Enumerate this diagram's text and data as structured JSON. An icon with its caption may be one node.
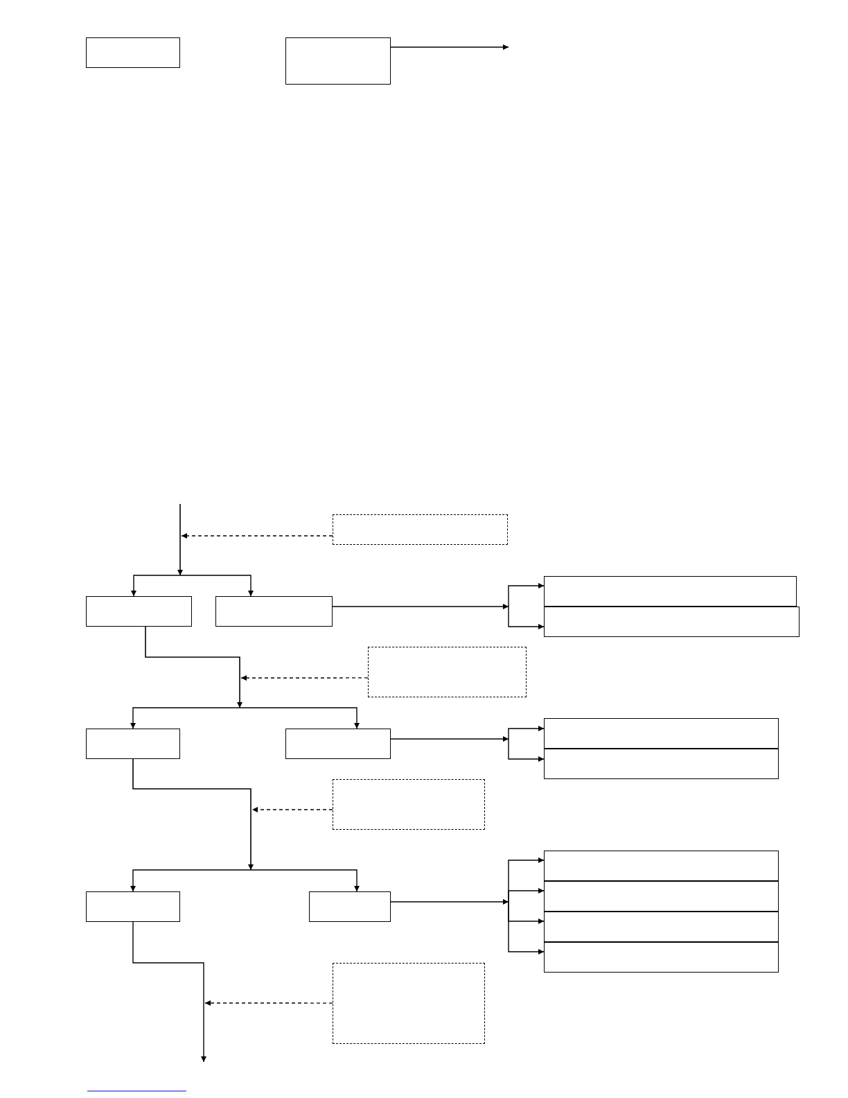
{
  "diagram": {
    "nodes": [
      {
        "text": [],
        "shape": "box"
      },
      {
        "text": [],
        "shape": "box"
      },
      {
        "text": [],
        "shape": "box"
      },
      {
        "text": [],
        "shape": "box"
      },
      {
        "text": [],
        "shape": "box"
      },
      {
        "text": [],
        "shape": "box"
      },
      {
        "text": [],
        "shape": "box"
      },
      {
        "text": [],
        "shape": "box"
      },
      {
        "text": [],
        "shape": "box"
      },
      {
        "text": [],
        "shape": "box"
      },
      {
        "text": [],
        "shape": "box"
      },
      {
        "text": [],
        "shape": "box"
      },
      {
        "text": [],
        "shape": "box"
      },
      {
        "text": [],
        "shape": "box"
      },
      {
        "text": [],
        "shape": "box"
      },
      {
        "text": [],
        "shape": "box"
      },
      {
        "text": [],
        "shape": "box"
      },
      {
        "text": [],
        "shape": "box"
      },
      {
        "text": [],
        "shape": "box"
      },
      {
        "text": [],
        "shape": "box"
      }
    ],
    "edges": [
      {
        "from": 1,
        "to": null,
        "arrow": "to"
      },
      {
        "from": null,
        "to": 3,
        "arrow": "to"
      },
      {
        "from": null,
        "to": 4,
        "arrow": "to"
      },
      {
        "from": 2,
        "to": null,
        "arrow": "to",
        "style": "dashed"
      },
      {
        "from": 4,
        "to": 5,
        "arrow": "to"
      },
      {
        "from": 4,
        "to": 6,
        "arrow": "to"
      },
      {
        "from": 3,
        "to": 8,
        "arrow": "to"
      },
      {
        "from": 3,
        "to": 9,
        "arrow": "to"
      },
      {
        "from": 7,
        "to": null,
        "arrow": "to",
        "style": "dashed"
      },
      {
        "from": 9,
        "to": 10,
        "arrow": "to"
      },
      {
        "from": 9,
        "to": 11,
        "arrow": "to"
      },
      {
        "from": 8,
        "to": 17,
        "arrow": "to"
      },
      {
        "from": 8,
        "to": 18,
        "arrow": "to"
      },
      {
        "from": 12,
        "to": null,
        "arrow": "to",
        "style": "dashed"
      },
      {
        "from": 18,
        "to": 13,
        "arrow": "to"
      },
      {
        "from": 18,
        "to": 14,
        "arrow": "to"
      },
      {
        "from": 18,
        "to": 15,
        "arrow": "to"
      },
      {
        "from": 18,
        "to": 16,
        "arrow": "to"
      },
      {
        "from": 17,
        "to": null,
        "arrow": "to"
      },
      {
        "from": 19,
        "to": null,
        "arrow": "to",
        "style": "dashed"
      }
    ]
  }
}
